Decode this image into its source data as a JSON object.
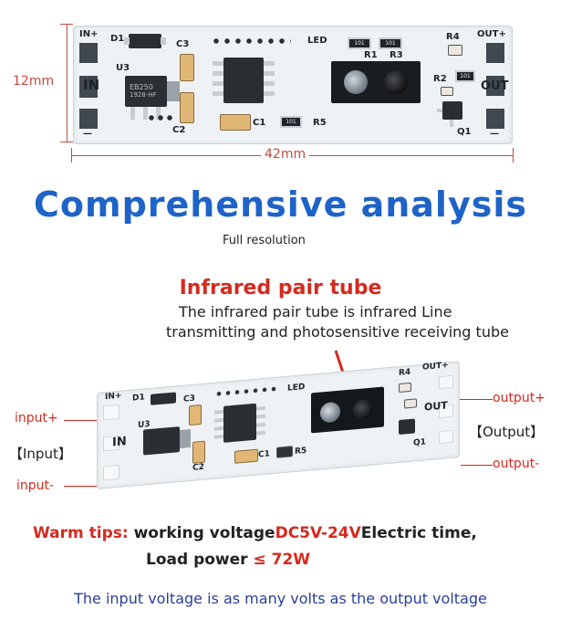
{
  "top_board": {
    "height_label": "12mm",
    "width_label": "42mm",
    "silk": {
      "in_plus": "IN+",
      "d1": "D1",
      "c3": "C3",
      "u3": "U3",
      "in": "IN",
      "c2": "C2",
      "minus_left": "—",
      "led": "LED",
      "r1": "R1",
      "r3": "R3",
      "r4": "R4",
      "out_plus": "OUT+",
      "r2": "R2",
      "out": "OUT",
      "c1": "C1",
      "r5": "R5",
      "q1": "Q1",
      "minus_right": "—",
      "chip_code1": "EB250",
      "chip_code2": "1928-HF",
      "res_code": "101"
    }
  },
  "heading": {
    "title": "Comprehensive analysis",
    "subtitle": "Full resolution"
  },
  "infrared": {
    "title": "Infrared pair tube",
    "line1": "The infrared pair tube is infrared Line",
    "line2": "transmitting and photosensitive receiving tube"
  },
  "bottom_board": {
    "input_plus": "input+",
    "input_bracket": "【Input】",
    "input_minus": "input-",
    "output_plus": "output+",
    "output_bracket": "【Output】",
    "output_minus": "output-",
    "silk": {
      "in_plus": "IN+",
      "d1": "D1",
      "c3": "C3",
      "u3": "U3",
      "in": "IN",
      "c2": "C2",
      "led": "LED",
      "r4": "R4",
      "out_plus": "OUT+",
      "out": "OUT",
      "c1": "C1",
      "r5": "R5",
      "q1": "Q1"
    }
  },
  "tips": {
    "label": "Warm tips: ",
    "text1": "working voltage",
    "voltage": "DC5V-24V",
    "text2": "Electric time,",
    "load_text": "Load power ",
    "load_value": "≤ 72W"
  },
  "footer": "The input voltage is as many volts as the output voltage",
  "colors": {
    "red": "#d42a1f",
    "blue": "#1e63c8",
    "dim": "#c24a40"
  }
}
